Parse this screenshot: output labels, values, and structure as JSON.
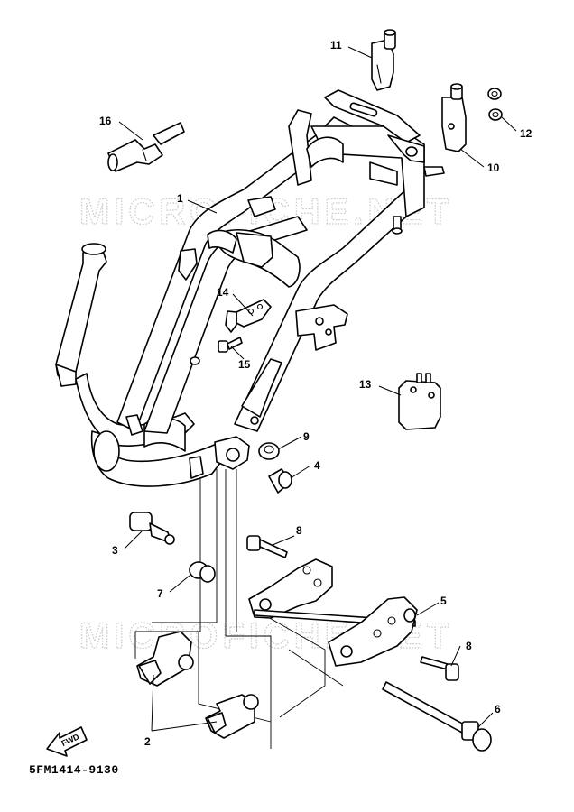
{
  "diagram": {
    "part_code": "5FM1414-9130",
    "watermark": "MICROFICHE.NET",
    "direction_label": "FWD",
    "callouts": [
      "1",
      "2",
      "3",
      "4",
      "5",
      "6",
      "7",
      "8",
      "8",
      "9",
      "10",
      "11",
      "12",
      "13",
      "14",
      "15",
      "16"
    ]
  }
}
